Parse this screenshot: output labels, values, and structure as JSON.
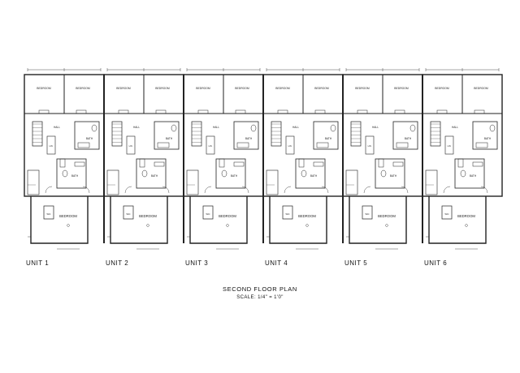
{
  "plan": {
    "title": "SECOND FLOOR PLAN",
    "scale": "SCALE: 1/4\" = 1'0\"",
    "units": [
      {
        "label": "UNIT 1"
      },
      {
        "label": "UNIT 2"
      },
      {
        "label": "UNIT 3"
      },
      {
        "label": "UNIT 4"
      },
      {
        "label": "UNIT 5"
      },
      {
        "label": "UNIT 6"
      }
    ],
    "rooms": {
      "upper_bedroom": "BEDROOM",
      "hall": "HALL",
      "bath": "BATH",
      "linen": "LIN.",
      "main_bedroom": "BEDROOM",
      "closet": "W/C"
    },
    "colors": {
      "line": "#222222",
      "background": "#ffffff"
    }
  }
}
